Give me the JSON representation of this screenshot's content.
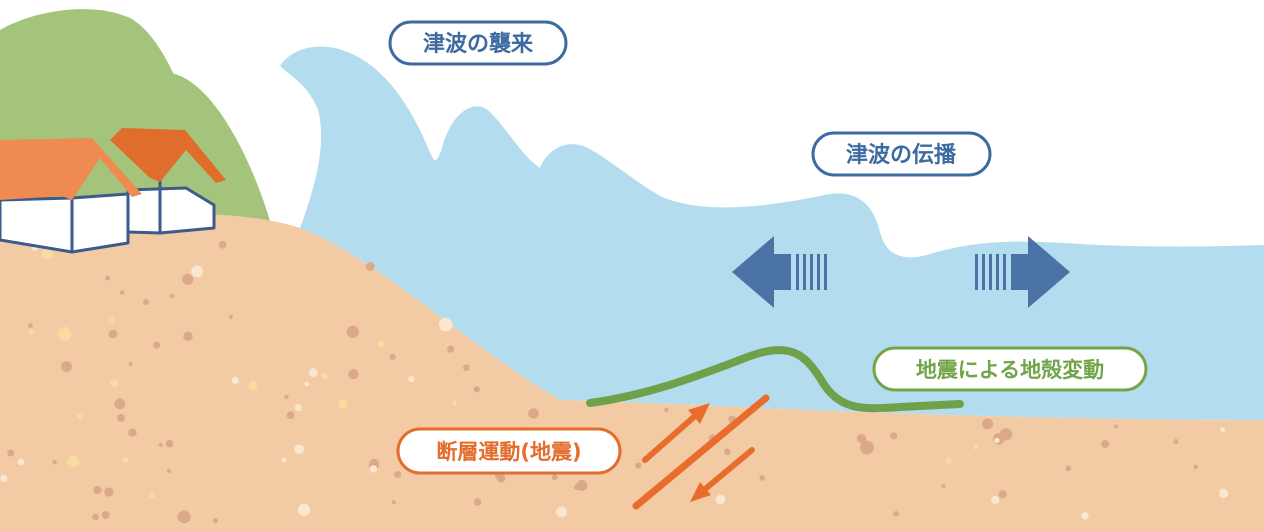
{
  "labels": {
    "tsunami_arrival": "津波の襲来",
    "tsunami_propagation": "津波の伝播",
    "crustal_movement": "地震による地殻変動",
    "fault_movement": "断層運動(地震)"
  },
  "colors": {
    "sky": "#ffffff",
    "sea": "#b3ddef",
    "ground": "#f2cba4",
    "hill": "#a5c47b",
    "roof_light": "#ef8a50",
    "roof_dark": "#e06d2c",
    "house_wall": "#ffffff",
    "house_outline": "#3c5a8c",
    "label_blue": "#3d6aa0",
    "label_green": "#72a54a",
    "label_orange": "#e46c2c",
    "arrow_blue": "#4b72a5",
    "seabed_line": "#6fa04a",
    "fault_arrow": "#e86d2c"
  },
  "icons": [
    "house-icon",
    "propagation-arrow-left-icon",
    "propagation-arrow-right-icon",
    "fault-arrow-up-icon",
    "fault-arrow-down-icon"
  ]
}
